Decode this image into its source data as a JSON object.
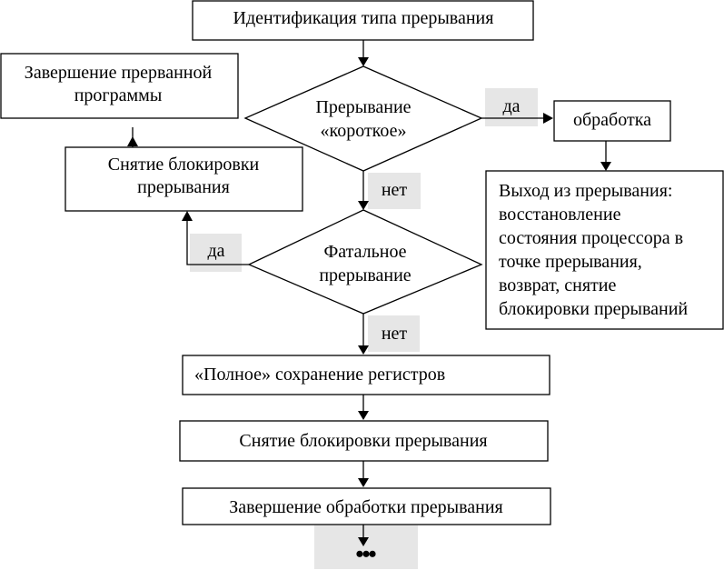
{
  "colors": {
    "line": "#000000",
    "shade": "#e6e6e6",
    "background": "#ffffff"
  },
  "nodes": {
    "identify": "Идентификация типа прерывания",
    "short_line1": "Прерывание",
    "short_line2": "«короткое»",
    "process": "обработка",
    "exit_line1": "Выход из прерывания:",
    "exit_line2": "восстановление",
    "exit_line3": "состояния процессора в",
    "exit_line4": "точке прерывания,",
    "exit_line5": "возврат, снятие",
    "exit_line6": "блокировки прерываний",
    "end_interrupted_line1": "Завершение прерванной",
    "end_interrupted_line2": "программы",
    "unlock_line1": "Снятие блокировки",
    "unlock_line2": "прерывания",
    "fatal_line1": "Фатальное",
    "fatal_line2": "прерывание",
    "full_save": "«Полное» сохранение регистров",
    "unlock_full": "Снятие блокировки прерывания",
    "finish": "Завершение обработки прерывания"
  },
  "labels": {
    "yes_short": "да",
    "no_short": "нет",
    "yes_fatal": "да",
    "no_fatal": "нет",
    "continuation": "•••"
  }
}
